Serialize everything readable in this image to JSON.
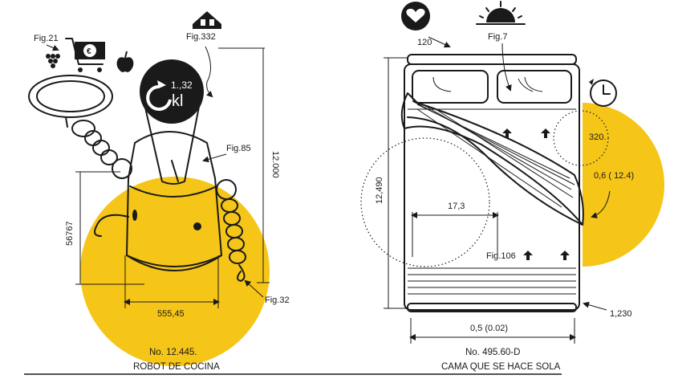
{
  "colors": {
    "accent": "#f5c518",
    "ink": "#1a1a1a",
    "paper": "#ffffff"
  },
  "robot": {
    "labels": {
      "fig21": "Fig.21",
      "fig332": "Fig.332",
      "fig85": "Fig.85",
      "fig32": "Fig.32"
    },
    "dims": {
      "height": "12.000",
      "left": "56767",
      "width": "555,45"
    },
    "display": {
      "small": "1.,32",
      "big": "kl"
    },
    "caption": {
      "number": "No. 12.445.",
      "title": "ROBOT DE COCINA"
    },
    "icons": [
      "grapes-icon",
      "shopping-cart-euro-icon",
      "apple-icon",
      "house-icon"
    ]
  },
  "bed": {
    "labels": {
      "fig7": "Fig.7",
      "fig106": "Fig.106",
      "v120": "120",
      "v320": "320.",
      "v06": "0,6 ( 12.4)",
      "v1230": "1,230"
    },
    "dims": {
      "height": "12,490",
      "inner": "17,3",
      "bottom": "0,5 (0.02)"
    },
    "caption": {
      "number": "No. 495.60-D",
      "title": "CAMA QUE SE HACE SOLA"
    },
    "icons": [
      "heart-icon",
      "sunrise-icon",
      "clock-icon"
    ]
  }
}
